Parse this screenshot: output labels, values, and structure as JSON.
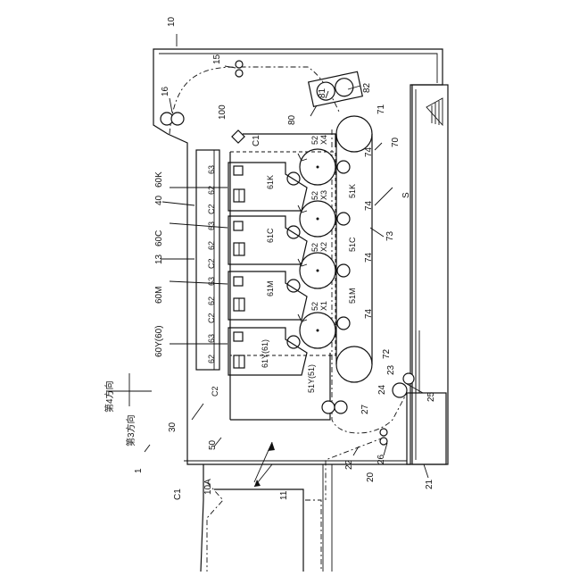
{
  "labels": {
    "n10": "10",
    "n15": "15",
    "n16": "16",
    "n81": "81",
    "n82": "82",
    "n80": "80",
    "n100": "100",
    "c1_top": "C1",
    "n71": "71",
    "n70": "70",
    "n74": "74",
    "s": "S",
    "n73": "73",
    "n72": "72",
    "n23": "23",
    "n24": "24",
    "n25": "25",
    "n27": "27",
    "n26": "26",
    "n21": "21",
    "n20": "20",
    "n22": "22",
    "n11": "11",
    "n10a": "10A",
    "c1_bottom": "C1",
    "n1": "1",
    "n30": "30",
    "n50": "50",
    "n40": "40",
    "n13": "13",
    "n60k": "60K",
    "n60c": "60C",
    "n60m": "60M",
    "n60y": "60Y(60)",
    "n63": "63",
    "n62": "62",
    "c2": "C2",
    "n61k": "61K",
    "n61c": "61C",
    "n61m": "61M",
    "n61y": "61Y(61)",
    "n52": "52",
    "x4": "X4",
    "x3": "X3",
    "x2": "X2",
    "x1": "X1",
    "n51k": "51K",
    "n51c": "51C",
    "n51m": "51M",
    "n51y": "51Y(51)",
    "dir4": "第4方向",
    "dir3": "第3方向"
  }
}
